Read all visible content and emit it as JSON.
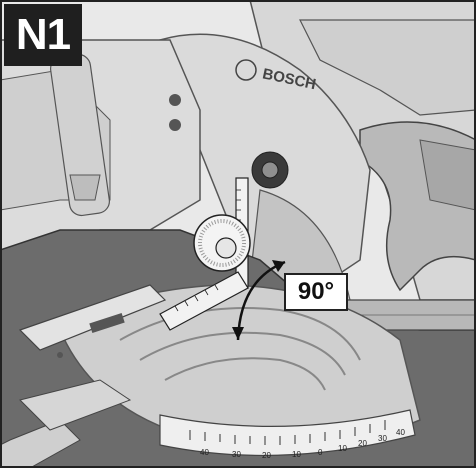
{
  "figure": {
    "step_label": "N1",
    "angle_label": "90°",
    "brand": "BOSCH",
    "scale_numbers": [
      "40",
      "30",
      "20",
      "10",
      "0",
      "10",
      "20",
      "30",
      "40"
    ]
  }
}
